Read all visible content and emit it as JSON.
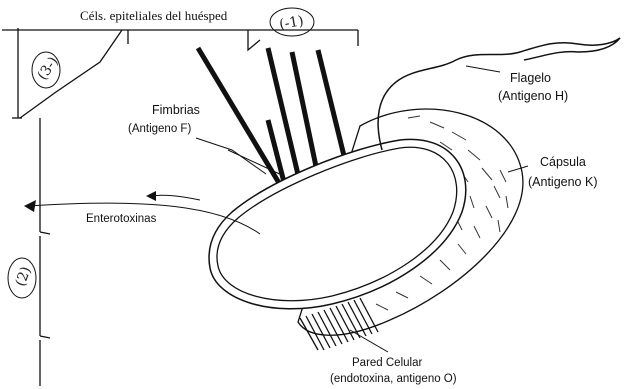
{
  "diagram": {
    "host_cells_label": "Céls. epiteliales del huésped",
    "fimbrias": {
      "name": "Fimbrias",
      "antigen": "(Antigeno F)"
    },
    "flagelo": {
      "name": "Flagelo",
      "antigen": "(Antigeno H)"
    },
    "capsula": {
      "name": "Cápsula",
      "antigen": "(Antigeno K)"
    },
    "enterotoxinas": "Enterotoxinas",
    "pared": {
      "name": "Pared Celular",
      "detail": "(endotoxina, antigeno O)"
    },
    "handwritten_marks": [
      "(3-)",
      "(-1)",
      "(2)"
    ],
    "colors": {
      "ink": "#111111",
      "background": "#ffffff"
    }
  }
}
